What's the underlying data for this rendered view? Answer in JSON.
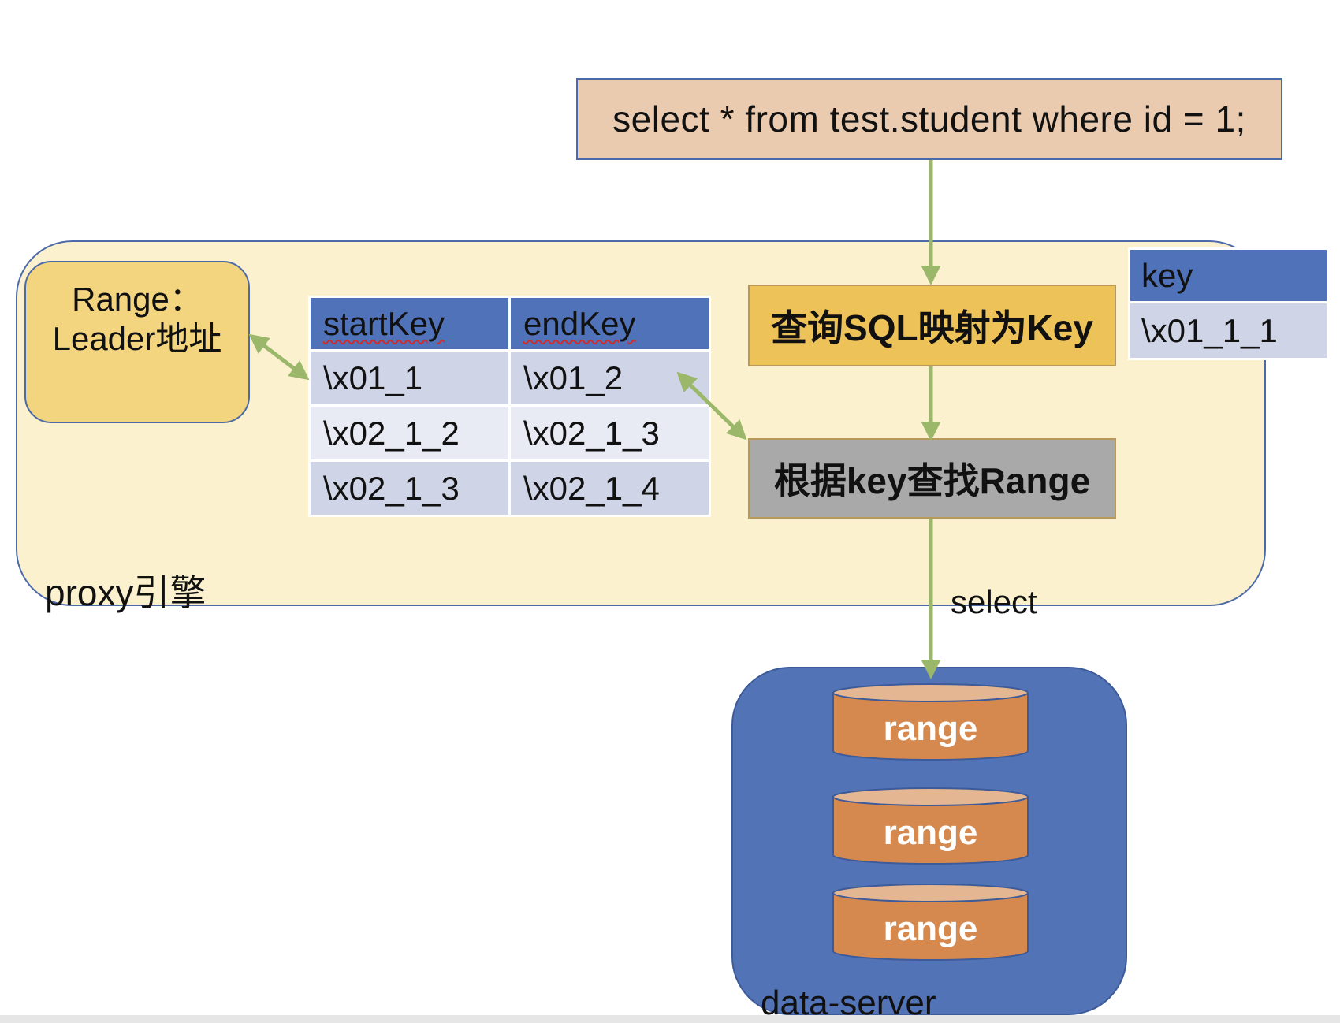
{
  "sql": {
    "text": "select * from test.student where id = 1;"
  },
  "proxy": {
    "label": "proxy引擎"
  },
  "leader": {
    "line1": "Range：",
    "line2": "Leader地址"
  },
  "range_table": {
    "headers": [
      "startKey",
      "endKey"
    ],
    "rows": [
      [
        "\\x01_1",
        "\\x01_2"
      ],
      [
        "\\x02_1_2",
        "\\x02_1_3"
      ],
      [
        "\\x02_1_3",
        "\\x02_1_4"
      ]
    ]
  },
  "key_table": {
    "header": "key",
    "value": "\\x01_1_1"
  },
  "steps": {
    "map": "查询SQL映射为Key",
    "find": "根据key查找Range"
  },
  "edge": {
    "select": "select"
  },
  "data_server": {
    "label": "data-server",
    "ranges": [
      "range",
      "range",
      "range"
    ]
  },
  "colors": {
    "arrow": "#9bb86a",
    "sql_fill": "#ebcbb0",
    "proxy_fill": "#fbf1cf",
    "leader_fill": "#f4d57f",
    "table_header": "#4f72b8",
    "map_fill": "#edc359",
    "find_fill": "#a9a9a9",
    "server_fill": "#5373b7",
    "cylinder_fill": "#d6894f"
  }
}
